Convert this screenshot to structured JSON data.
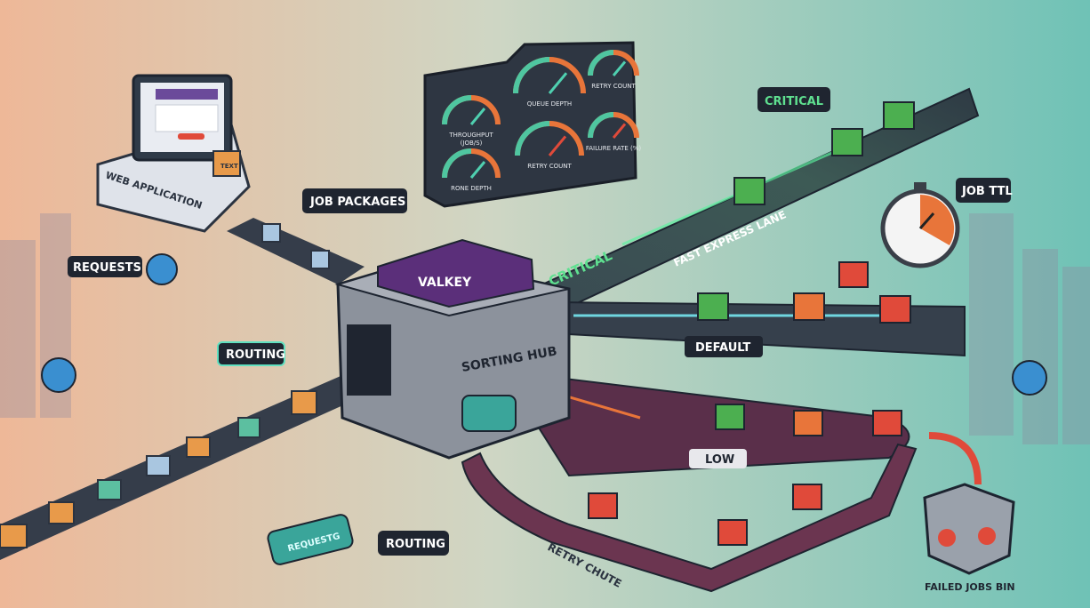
{
  "web_app": {
    "label": "WEB APPLICATION",
    "box_label": "TEXT"
  },
  "labels": {
    "job_packages": "JOB PACKAGES",
    "requests_top": "REQUESTS",
    "routing_top": "ROUTING",
    "requests_device": "REQUESTG",
    "routing_bottom": "ROUTING",
    "hub_brand": "VALKEY",
    "hub_name": "SORTING HUB",
    "critical_pill": "CRITICAL",
    "critical_lane": "CRITICAL",
    "fast_lane": "FAST EXPRESS LANE",
    "job_ttl": "JOB TTL",
    "default_lane": "DEFAULT",
    "low_lane": "LOW",
    "retry_chute": "RETRY CHUTE",
    "failed_bin": "FAILED JOBS BIN"
  },
  "dashboard": {
    "gauges": [
      {
        "label": "THROUGHPUT",
        "sub": "(JOB/S)"
      },
      {
        "label": "QUEUE DEPTH"
      },
      {
        "label": "RETRY COUNT"
      },
      {
        "label": "RONE DEPTH"
      },
      {
        "label": "RETRY COUNT"
      },
      {
        "label": "FAILURE RATE (%)"
      }
    ]
  },
  "colors": {
    "bg_left": "#f2c9a8",
    "bg_right": "#7ec9bd",
    "hub_purple": "#5b2f7a",
    "critical_green": "#4fd98a",
    "low_purple": "#5a2f4a",
    "ok_green": "#4caf50",
    "fail_red": "#e04a3a",
    "package_orange": "#e89a4a"
  }
}
